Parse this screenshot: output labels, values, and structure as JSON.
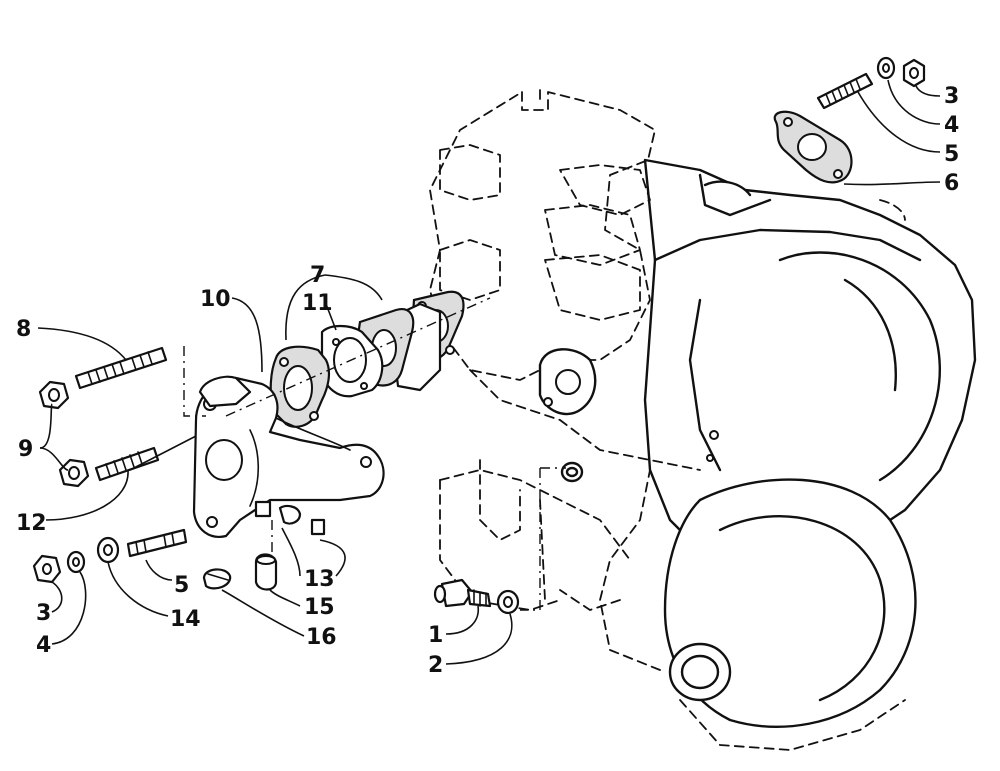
{
  "diagram": {
    "callouts": {
      "c3_top": "3",
      "c4_top": "4",
      "c5_top": "5",
      "c6": "6",
      "c7": "7",
      "c11": "11",
      "c10": "10",
      "c8": "8",
      "c9": "9",
      "c12": "12",
      "c13": "13",
      "c15": "15",
      "c16": "16",
      "c5_bottom": "5",
      "c14": "14",
      "c3_bottom": "3",
      "c4_bottom": "4",
      "c1": "1",
      "c2": "2"
    }
  }
}
